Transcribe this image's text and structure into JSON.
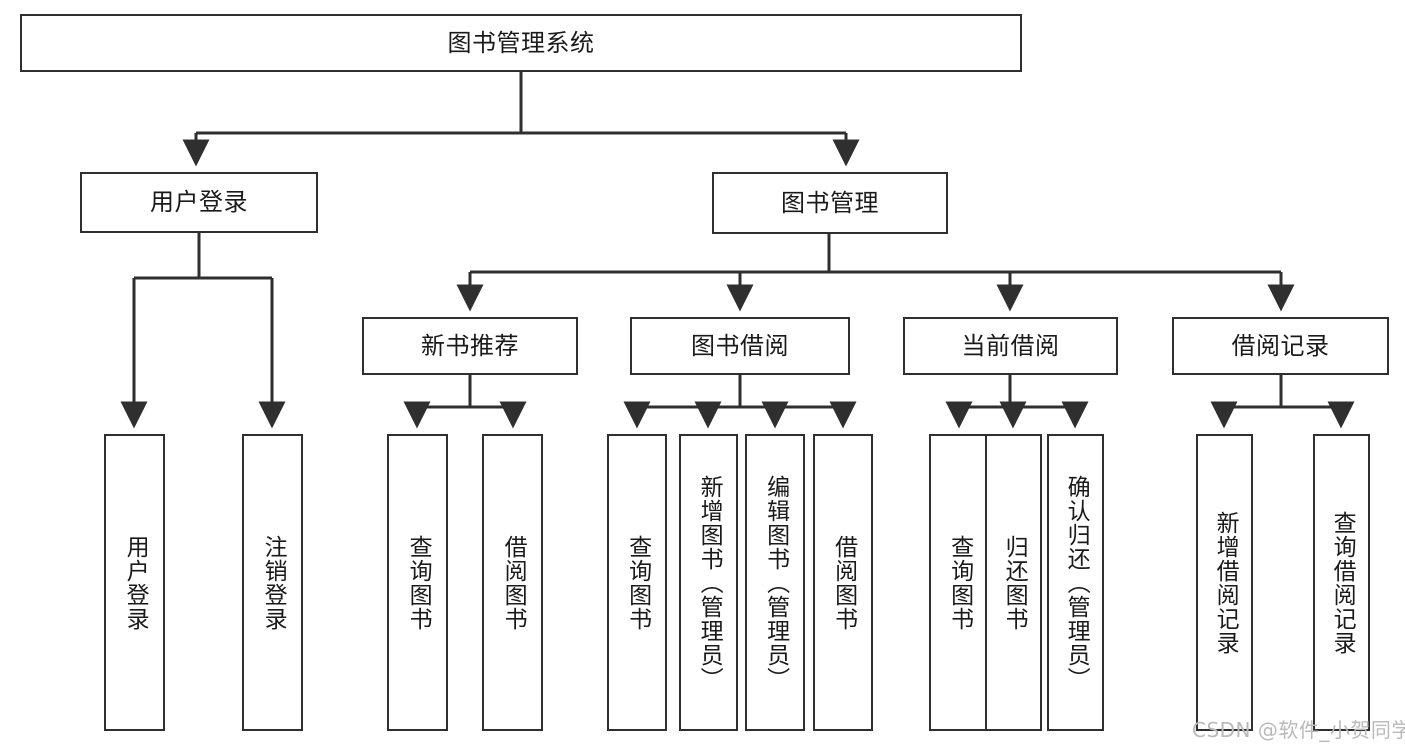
{
  "diagram": {
    "title": "图书管理系统",
    "type": "tree-hierarchy-diagram",
    "colors": {
      "box_border": "#2f2f2f",
      "box_fill": "#ffffff",
      "edge": "#2f2f2f",
      "text": "#1a1a1a",
      "watermark": "#b9b9b9",
      "background": "#ffffff"
    },
    "nodes": {
      "root": {
        "label": "图书管理系统"
      },
      "level2": [
        {
          "id": "user-login",
          "label": "用户登录"
        },
        {
          "id": "book-manage",
          "label": "图书管理"
        }
      ],
      "level3": [
        {
          "id": "new-book-recommend",
          "label": "新书推荐"
        },
        {
          "id": "book-borrow",
          "label": "图书借阅"
        },
        {
          "id": "current-borrow",
          "label": "当前借阅"
        },
        {
          "id": "borrow-record",
          "label": "借阅记录"
        }
      ],
      "leaves": {
        "user_login": [
          {
            "id": "leaf-user-login",
            "label": "用户登录"
          },
          {
            "id": "leaf-logout-login",
            "label": "注销登录"
          }
        ],
        "new_book_recommend": [
          {
            "id": "leaf-query-book-1",
            "label": "查询图书"
          },
          {
            "id": "leaf-borrow-book-1",
            "label": "借阅图书"
          }
        ],
        "book_borrow": [
          {
            "id": "leaf-query-book-2",
            "label": "查询图书"
          },
          {
            "id": "leaf-add-book",
            "label": "新增图书（管理员）"
          },
          {
            "id": "leaf-edit-book",
            "label": "编辑图书（管理员）"
          },
          {
            "id": "leaf-borrow-book-2",
            "label": "借阅图书"
          }
        ],
        "current_borrow": [
          {
            "id": "leaf-query-book-3",
            "label": "查询图书"
          },
          {
            "id": "leaf-return-book",
            "label": "归还图书"
          },
          {
            "id": "leaf-confirm-return",
            "label": "确认归还（管理员）"
          }
        ],
        "borrow_record": [
          {
            "id": "leaf-add-borrow-record",
            "label": "新增借阅记录"
          },
          {
            "id": "leaf-query-borrow-record",
            "label": "查询借阅记录"
          }
        ]
      }
    },
    "watermark": "CSDN @软件_小贺同学"
  }
}
